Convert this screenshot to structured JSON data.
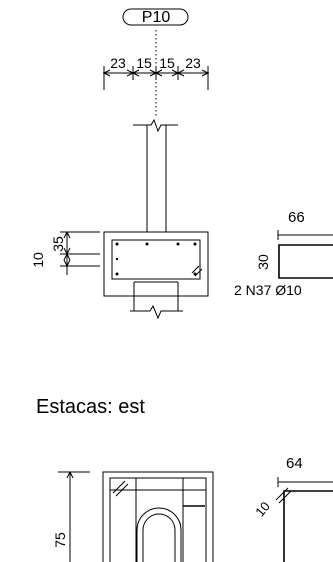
{
  "pillar_tag": "P10",
  "dims_top": [
    "23",
    "15",
    "15",
    "23"
  ],
  "dim_side_35": "35",
  "dim_side_10": "10",
  "bar_len_top": "66",
  "bar_len_side": "30",
  "bar_label": "2 N37 Ø10",
  "section_title": "Estacas: est",
  "dim_bottom_len": "64",
  "dim_side_75": "75",
  "dim_diag_10": "10"
}
